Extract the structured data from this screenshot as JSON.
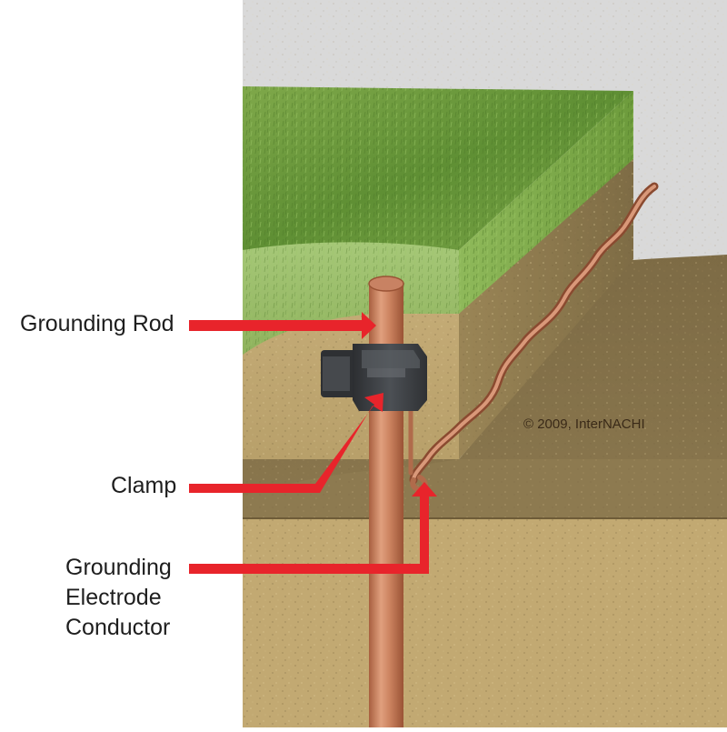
{
  "labels": {
    "grounding_rod": "Grounding Rod",
    "clamp": "Clamp",
    "gec_line1": "Grounding",
    "gec_line2": "Electrode",
    "gec_line3": "Conductor"
  },
  "copyright": "© 2009, InterNACHI",
  "colors": {
    "arrow": "#e8242b",
    "copper": "#c9805e",
    "soil": "#b9a06a",
    "grass": "#6f9a3c",
    "clamp": "#3b3e42",
    "concrete": "#d9d9d9"
  }
}
